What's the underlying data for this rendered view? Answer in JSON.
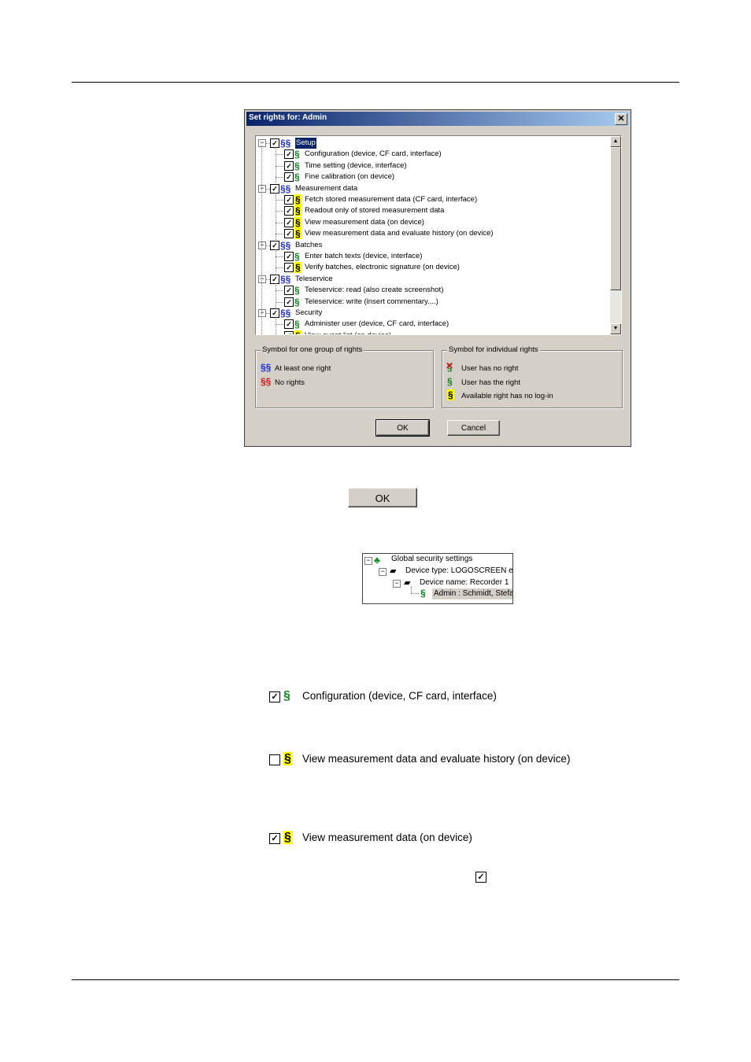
{
  "dialog": {
    "title": "Set rights for: Admin",
    "close_glyph": "✕",
    "tree": [
      {
        "kind": "group",
        "label": "Setup",
        "checked": true,
        "selected": true,
        "icon": "paragraph-blue-icon"
      },
      {
        "kind": "item",
        "label": "Configuration (device, CF card, interface)",
        "checked": true,
        "icon": "paragraph-green-icon"
      },
      {
        "kind": "item",
        "label": "Time setting (device, interface)",
        "checked": true,
        "icon": "paragraph-green-icon"
      },
      {
        "kind": "item",
        "label": "Fine calibration (on device)",
        "checked": true,
        "icon": "paragraph-green-icon"
      },
      {
        "kind": "group",
        "label": "Measurement data",
        "checked": true,
        "icon": "paragraph-blue-icon"
      },
      {
        "kind": "item",
        "label": "Fetch stored measurement data (CF card, interface)",
        "checked": true,
        "icon": "paragraph-yellow-icon"
      },
      {
        "kind": "item",
        "label": "Readout only of stored measurement data",
        "checked": true,
        "icon": "paragraph-yellow-icon"
      },
      {
        "kind": "item",
        "label": "View measurement data (on device)",
        "checked": true,
        "icon": "paragraph-yellow-icon"
      },
      {
        "kind": "item",
        "label": "View measurement data and evaluate history (on device)",
        "checked": true,
        "icon": "paragraph-yellow-icon"
      },
      {
        "kind": "group",
        "label": "Batches",
        "checked": true,
        "icon": "paragraph-blue-icon"
      },
      {
        "kind": "item",
        "label": "Enter batch texts (device, interface)",
        "checked": true,
        "icon": "paragraph-green-icon"
      },
      {
        "kind": "item",
        "label": "Verify batches, electronic signature (on device)",
        "checked": true,
        "icon": "paragraph-yellow-icon"
      },
      {
        "kind": "group",
        "label": "Teleservice",
        "checked": true,
        "icon": "paragraph-blue-icon"
      },
      {
        "kind": "item",
        "label": "Teleservice: read (also create screenshot)",
        "checked": true,
        "icon": "paragraph-green-icon"
      },
      {
        "kind": "item",
        "label": "Teleservice: write (insert commentary....)",
        "checked": true,
        "icon": "paragraph-green-icon"
      },
      {
        "kind": "group",
        "label": "Security",
        "checked": true,
        "icon": "paragraph-blue-icon"
      },
      {
        "kind": "item",
        "label": "Administer user (device, CF card, interface)",
        "checked": true,
        "icon": "paragraph-green-icon"
      },
      {
        "kind": "item",
        "label": "View event list (on device)",
        "checked": true,
        "icon": "paragraph-yellow-icon"
      }
    ],
    "legend_group": {
      "title": "Symbol for one group of rights",
      "items": [
        {
          "label": "At least one right",
          "icon": "paragraph-blue-icon"
        },
        {
          "label": "No rights",
          "icon": "paragraph-red-icon"
        }
      ]
    },
    "legend_individual": {
      "title": "Symbol for individual rights",
      "items": [
        {
          "label": "User has no right",
          "icon": "paragraph-crossed-icon"
        },
        {
          "label": "User has the right",
          "icon": "paragraph-green-icon"
        },
        {
          "label": "Available right has no log-in",
          "icon": "paragraph-yellow-icon"
        }
      ]
    },
    "ok_label": "OK",
    "cancel_label": "Cancel"
  },
  "ok_button_large": {
    "label": "OK"
  },
  "security_tree": {
    "root": "Global security settings",
    "device_type": "Device type: LOGOSCREEN es",
    "device_name": "Device name: Recorder 1",
    "user": "Admin : Schmidt, Stefan"
  },
  "examples": [
    {
      "label": "Configuration (device, CF card, interface)",
      "checked": true,
      "icon": "paragraph-green-icon"
    },
    {
      "label": "View measurement data and evaluate history (on device)",
      "checked": false,
      "icon": "paragraph-yellow-icon"
    },
    {
      "label": "View measurement data (on device)",
      "checked": true,
      "icon": "paragraph-yellow-icon"
    }
  ],
  "glyphs": {
    "check": "✓",
    "minus": "−",
    "para": "§",
    "para_double": "§§"
  },
  "colors": {
    "para_blue": "#1f2fd0",
    "para_green": "#0a8a1a",
    "para_yellow_bg": "#ffff00",
    "para_red": "#c81e1e",
    "selection": "#0a246a"
  }
}
